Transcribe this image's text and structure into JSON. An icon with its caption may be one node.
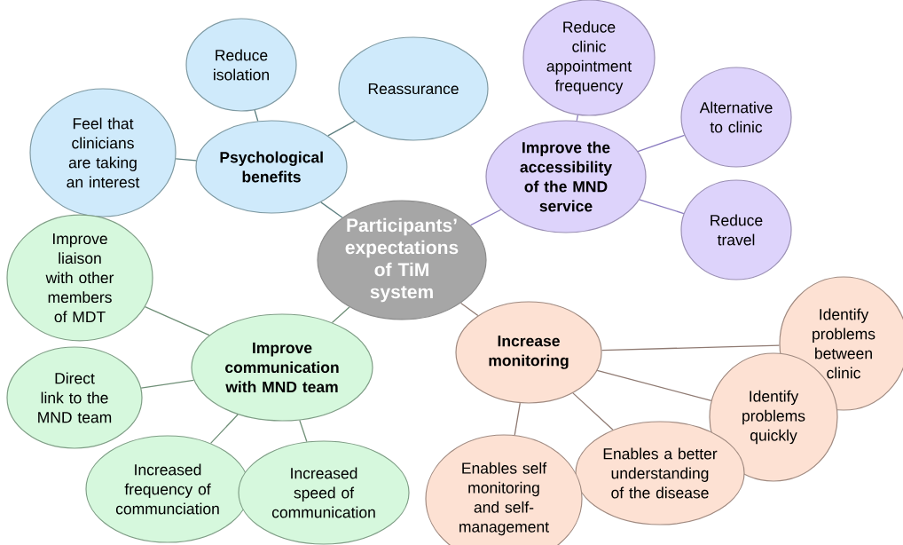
{
  "diagram": {
    "nodes": [
      {
        "text": [
          "Participants’ expectations of TiM system"
        ]
      },
      {
        "text": [
          "Psychological benefits"
        ]
      },
      {
        "text": [
          "Reduce isolation"
        ]
      },
      {
        "text": [
          "Reassurance"
        ]
      },
      {
        "text": [
          "Feel that clinicians are taking an interest"
        ]
      },
      {
        "text": [
          "Improve the accessibility of the MND service"
        ]
      },
      {
        "text": [
          "Reduce clinic appointment frequency"
        ]
      },
      {
        "text": [
          "Alternative to clinic"
        ]
      },
      {
        "text": [
          "Reduce travel"
        ]
      },
      {
        "text": [
          "Improve communication with MND team"
        ]
      },
      {
        "text": [
          "Improve liaison with other members of MDT"
        ]
      },
      {
        "text": [
          "Direct link to the MND team"
        ]
      },
      {
        "text": [
          "Increased frequency of communciation"
        ]
      },
      {
        "text": [
          "Increased speed of communication"
        ]
      },
      {
        "text": [
          "Increase monitoring"
        ]
      },
      {
        "text": [
          "Identify problems between clinic"
        ]
      },
      {
        "text": [
          "Identify problems quickly"
        ]
      },
      {
        "text": [
          "Enables a better understanding of the disease"
        ]
      },
      {
        "text": [
          "Enables self monitoring and self-management"
        ]
      }
    ],
    "edges": [
      {
        "from": 0,
        "to": 1,
        "arrow": "none",
        "color": "#5d7f80"
      },
      {
        "from": 0,
        "to": 5,
        "arrow": "none",
        "color": "#8b7cc0"
      },
      {
        "from": 0,
        "to": 9,
        "arrow": "none",
        "color": "#6f8f77"
      },
      {
        "from": 0,
        "to": 14,
        "arrow": "none",
        "color": "#8f7a72"
      },
      {
        "from": 1,
        "to": 2,
        "arrow": "none",
        "color": "#5d7f80"
      },
      {
        "from": 1,
        "to": 3,
        "arrow": "none",
        "color": "#5d7f80"
      },
      {
        "from": 1,
        "to": 4,
        "arrow": "none",
        "color": "#5d7f80"
      },
      {
        "from": 5,
        "to": 6,
        "arrow": "none",
        "color": "#8b7cc0"
      },
      {
        "from": 5,
        "to": 7,
        "arrow": "none",
        "color": "#8b7cc0"
      },
      {
        "from": 5,
        "to": 8,
        "arrow": "none",
        "color": "#8b7cc0"
      },
      {
        "from": 9,
        "to": 10,
        "arrow": "none",
        "color": "#6f8f77"
      },
      {
        "from": 9,
        "to": 11,
        "arrow": "none",
        "color": "#6f8f77"
      },
      {
        "from": 9,
        "to": 12,
        "arrow": "none",
        "color": "#6f8f77"
      },
      {
        "from": 9,
        "to": 13,
        "arrow": "none",
        "color": "#6f8f77"
      },
      {
        "from": 14,
        "to": 15,
        "arrow": "none",
        "color": "#8f7a72"
      },
      {
        "from": 14,
        "to": 16,
        "arrow": "none",
        "color": "#8f7a72"
      },
      {
        "from": 14,
        "to": 17,
        "arrow": "none",
        "color": "#8f7a72"
      },
      {
        "from": 14,
        "to": 18,
        "arrow": "none",
        "color": "#8f7a72"
      }
    ]
  }
}
